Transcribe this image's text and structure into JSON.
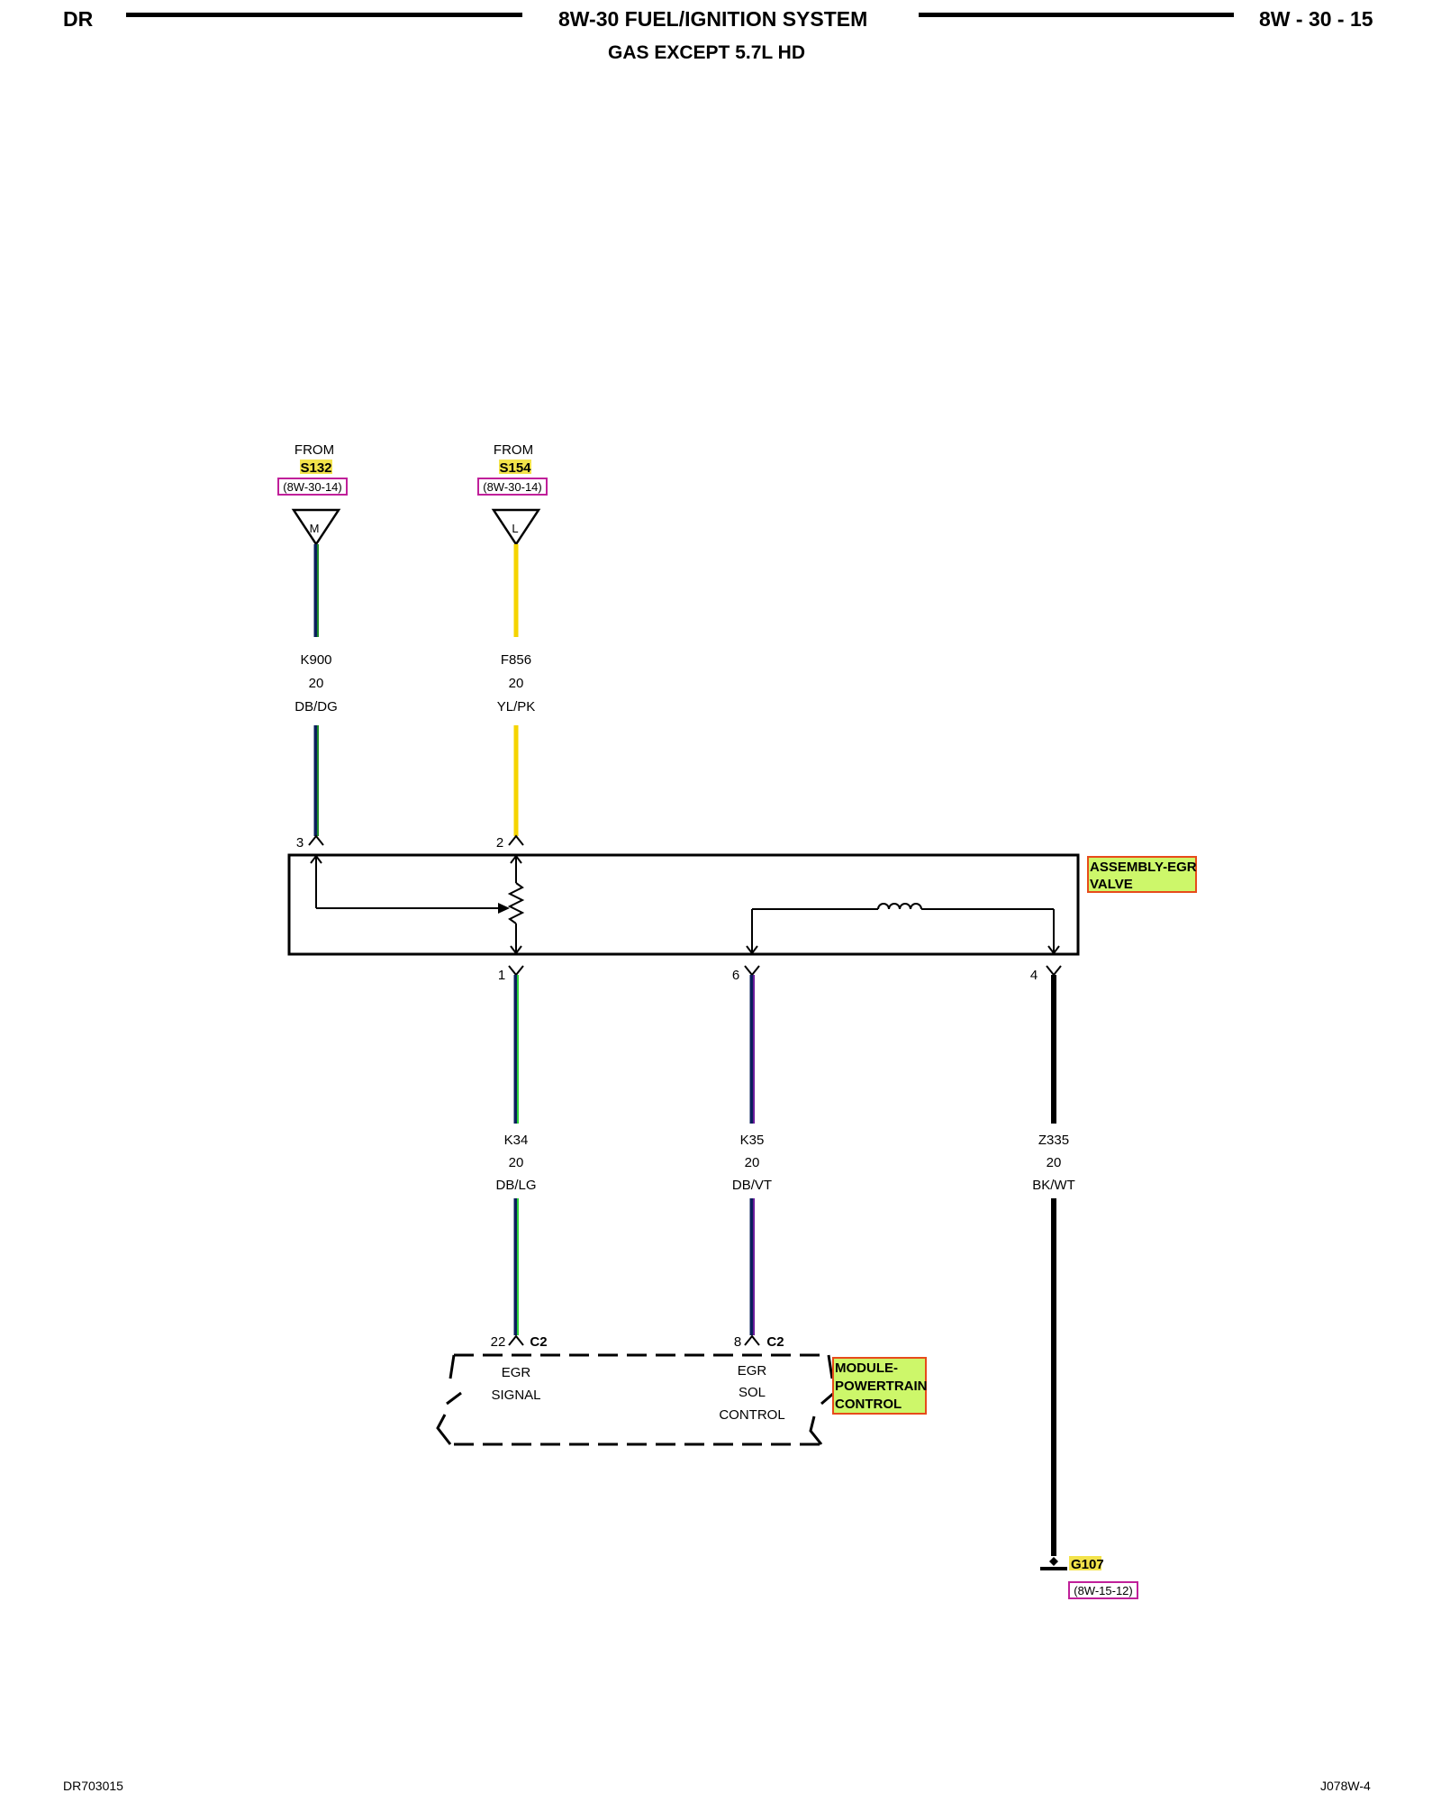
{
  "header": {
    "left": "DR",
    "title": "8W-30 FUEL/IGNITION SYSTEM",
    "subtitle": "GAS EXCEPT 5.7L HD",
    "page": "8W - 30 - 15"
  },
  "footer": {
    "left": "DR703015",
    "right": "J078W-4"
  },
  "colors": {
    "dark_blue": "#0a1f5c",
    "dark_green": "#1f8a2a",
    "light_green": "#2fd13a",
    "yellow": "#f5d400",
    "violet": "#6a1b9a",
    "black": "#000000",
    "label_fill_yellow": "#f3e34b",
    "label_fill_green": "#cdf76a",
    "label_border_red": "#e74b1a",
    "ref_border_magenta": "#c0209a"
  },
  "sources": [
    {
      "from": "FROM",
      "splice": "S132",
      "ref": "(8W-30-14)",
      "pin": "M"
    },
    {
      "from": "FROM",
      "splice": "S154",
      "ref": "(8W-30-14)",
      "pin": "L"
    }
  ],
  "wires_top": [
    {
      "circuit": "K900",
      "gauge": "20",
      "color": "DB/DG",
      "pin": "3"
    },
    {
      "circuit": "F856",
      "gauge": "20",
      "color": "YL/PK",
      "pin": "2"
    }
  ],
  "egr_valve": {
    "label_line1": "ASSEMBLY-EGR",
    "label_line2": "VALVE",
    "pins_bottom": [
      "1",
      "6",
      "4"
    ]
  },
  "wires_bottom": [
    {
      "circuit": "K34",
      "gauge": "20",
      "color": "DB/LG"
    },
    {
      "circuit": "K35",
      "gauge": "20",
      "color": "DB/VT"
    },
    {
      "circuit": "Z335",
      "gauge": "20",
      "color": "BK/WT"
    }
  ],
  "pcm": {
    "label_line1": "MODULE-",
    "label_line2": "POWERTRAIN",
    "label_line3": "CONTROL",
    "pin_a": "22",
    "conn_a": "C2",
    "pin_b": "8",
    "conn_b": "C2",
    "func_a_line1": "EGR",
    "func_a_line2": "SIGNAL",
    "func_b_line1": "EGR",
    "func_b_line2": "SOL",
    "func_b_line3": "CONTROL"
  },
  "ground": {
    "name": "G107",
    "ref": "(8W-15-12)"
  }
}
